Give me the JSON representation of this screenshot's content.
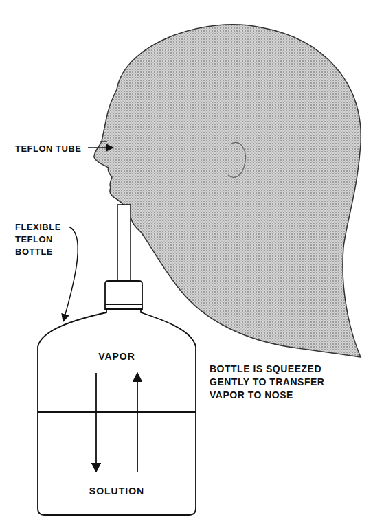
{
  "diagram": {
    "nodes": [
      {
        "text": [
          "VAPOR",
          "SOLUTION"
        ]
      }
    ],
    "labels": [
      "TEFLON TUBE",
      "FLEXIBLE TEFLON BOTTLE",
      "BOTTLE IS SQUEEZED GENTLY TO TRANSFER VAPOR TO NOSE"
    ]
  }
}
